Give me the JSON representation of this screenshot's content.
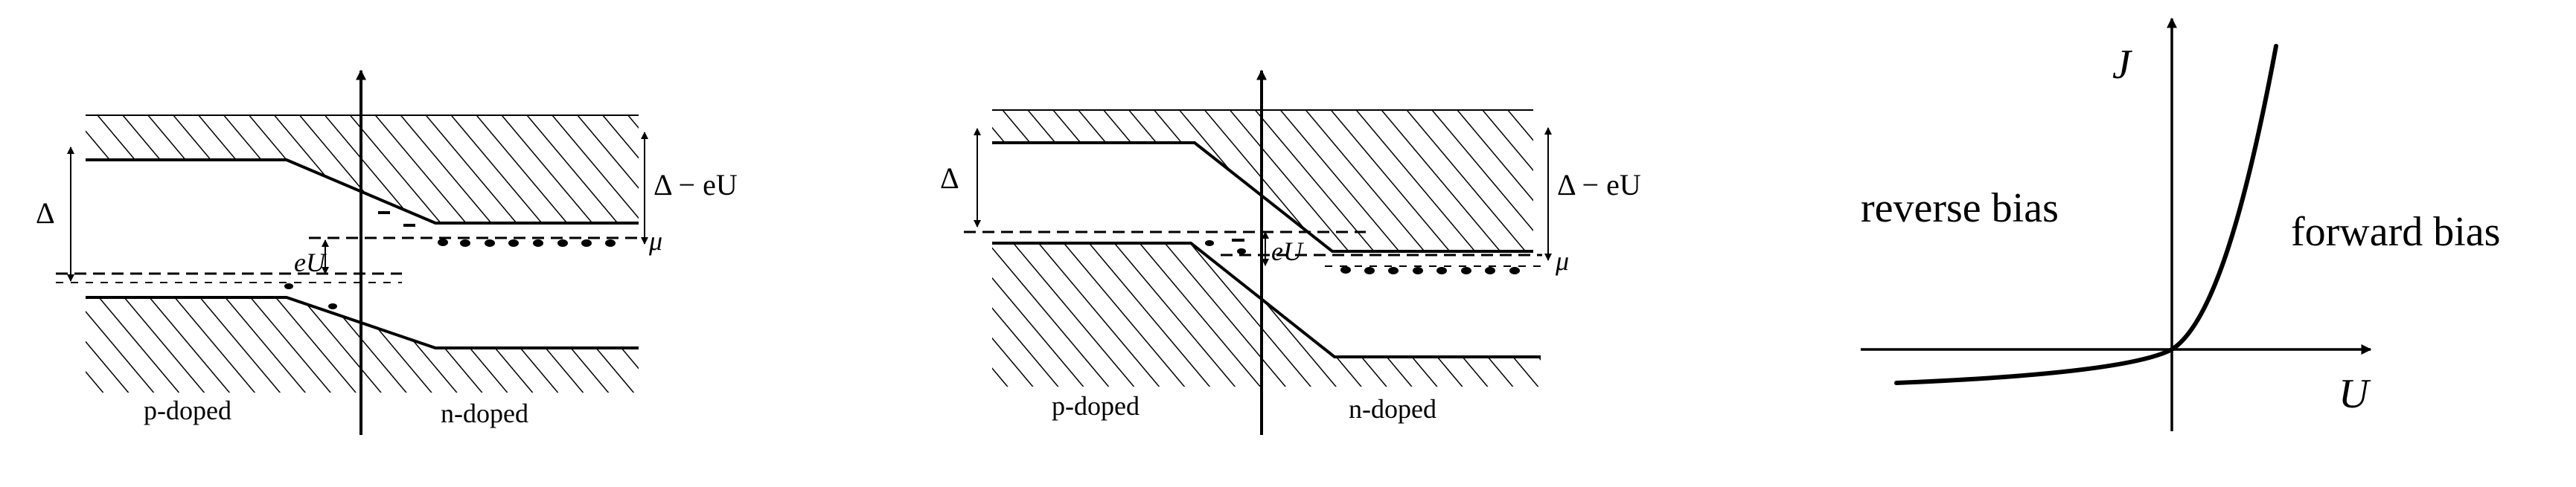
{
  "panels": [
    {
      "delta_label": "Δ",
      "delta_minus_label": "Δ − eU",
      "mu_label": "μ",
      "eu_label": "eU",
      "p_label": "p-doped",
      "n_label": "n-doped"
    },
    {
      "delta_label": "Δ",
      "delta_minus_label": "Δ − eU",
      "mu_label": "μ",
      "eu_label": "eU",
      "p_label": "p-doped",
      "n_label": "n-doped"
    }
  ],
  "iv": {
    "y_label": "J",
    "x_label": "U",
    "reverse_label": "reverse bias",
    "forward_label": "forward bias"
  },
  "colors": {
    "ink": "#000000",
    "background": "#ffffff"
  }
}
